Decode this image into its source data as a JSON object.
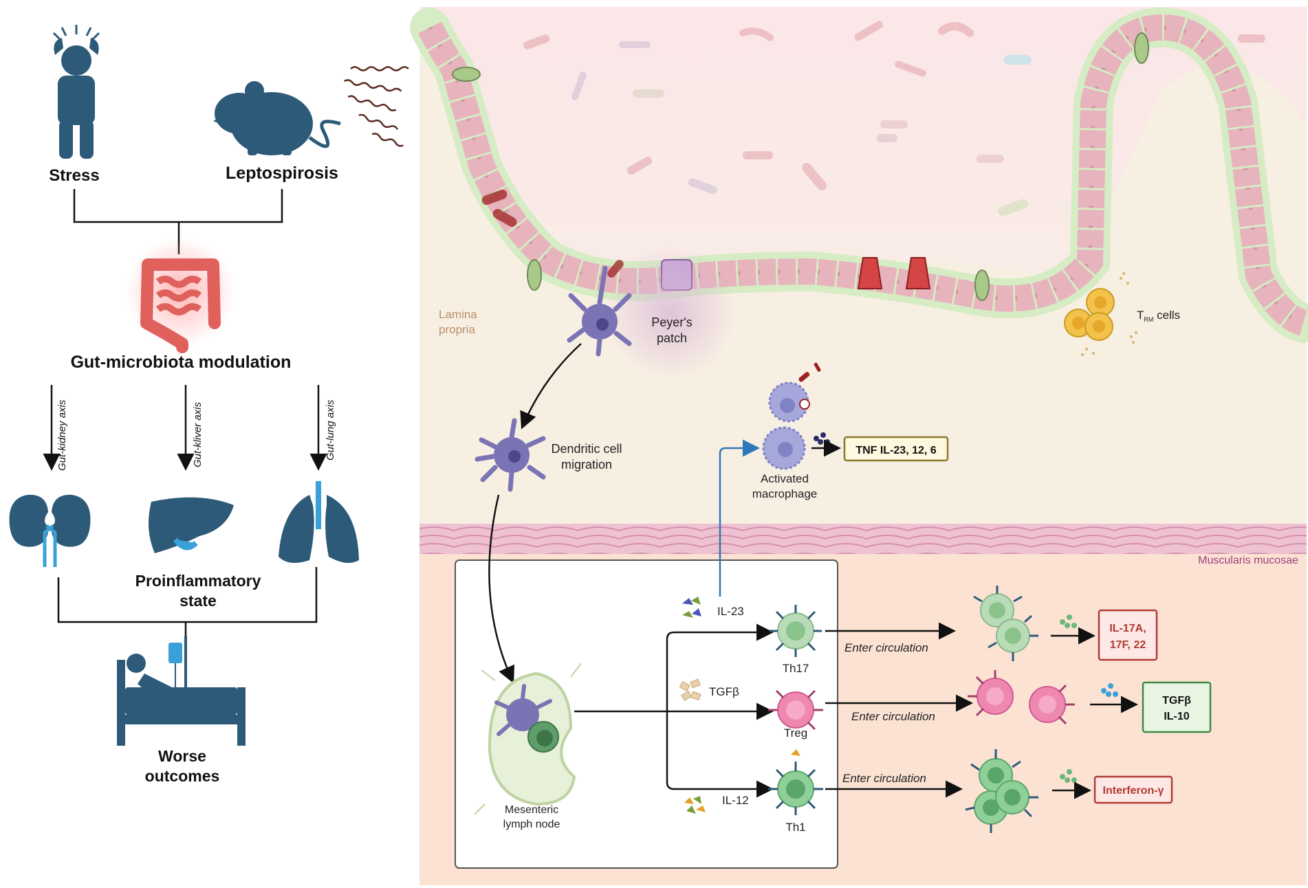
{
  "left_panel": {
    "stress": "Stress",
    "leptospirosis": "Leptospirosis",
    "gut_modulation": "Gut-microbiota modulation",
    "axis_kidney": "Gut-kidney axis",
    "axis_liver": "Gut-kliver axis",
    "axis_lung": "Gut-lung axis",
    "proinflammatory_1": "Proinflammatory",
    "proinflammatory_2": "state",
    "worse_1": "Worse",
    "worse_2": "outcomes"
  },
  "right_panel": {
    "lamina_1": "Lamina",
    "lamina_2": "propria",
    "peyers_1": "Peyer's",
    "peyers_2": "patch",
    "trm_t": "T",
    "trm_sub": "RM",
    "trm_cells": " cells",
    "dc_1": "Dendritic cell",
    "dc_2": "migration",
    "macro_1": "Activated",
    "macro_2": "macrophage",
    "tnf_box": "TNF IL-23, 12, 6",
    "muscularis": "Muscularis mucosae",
    "lymph_1": "Mesenteric",
    "lymph_2": "lymph node",
    "il23": "IL-23",
    "tgfb": "TGFβ",
    "il12": "IL-12",
    "th17": "Th17",
    "treg": "Treg",
    "th1": "Th1",
    "enter_1": "Enter circulation",
    "enter_2": "Enter circulation",
    "enter_3": "Enter circulation",
    "out_th17_1": "IL-17A,",
    "out_th17_2": "17F, 22",
    "out_treg_1": "TGFβ",
    "out_treg_2": "IL-10",
    "out_th1": "Interferon-γ"
  },
  "colors": {
    "icon_blue": "#2d5a78",
    "organ_accent": "#3aa0d8",
    "gut_red": "#e0605c",
    "epithelium": "#e7b3bd",
    "mucus_green": "#d6ecc4",
    "lumen": "#fbe9e9",
    "lamina_bg": "#f8efe3",
    "submucosa_bg": "#fbe2d3",
    "muscle": "#eab3c8",
    "dc_purple": "#7b74b4",
    "th17_green": "#9ccc9c",
    "treg_pink": "#ef88b0",
    "th1_green": "#6cb87a",
    "trm_yellow": "#f3c24a",
    "box_red": "#b03a32",
    "box_green": "#3f8a46",
    "box_olive": "#8a7a2c"
  }
}
